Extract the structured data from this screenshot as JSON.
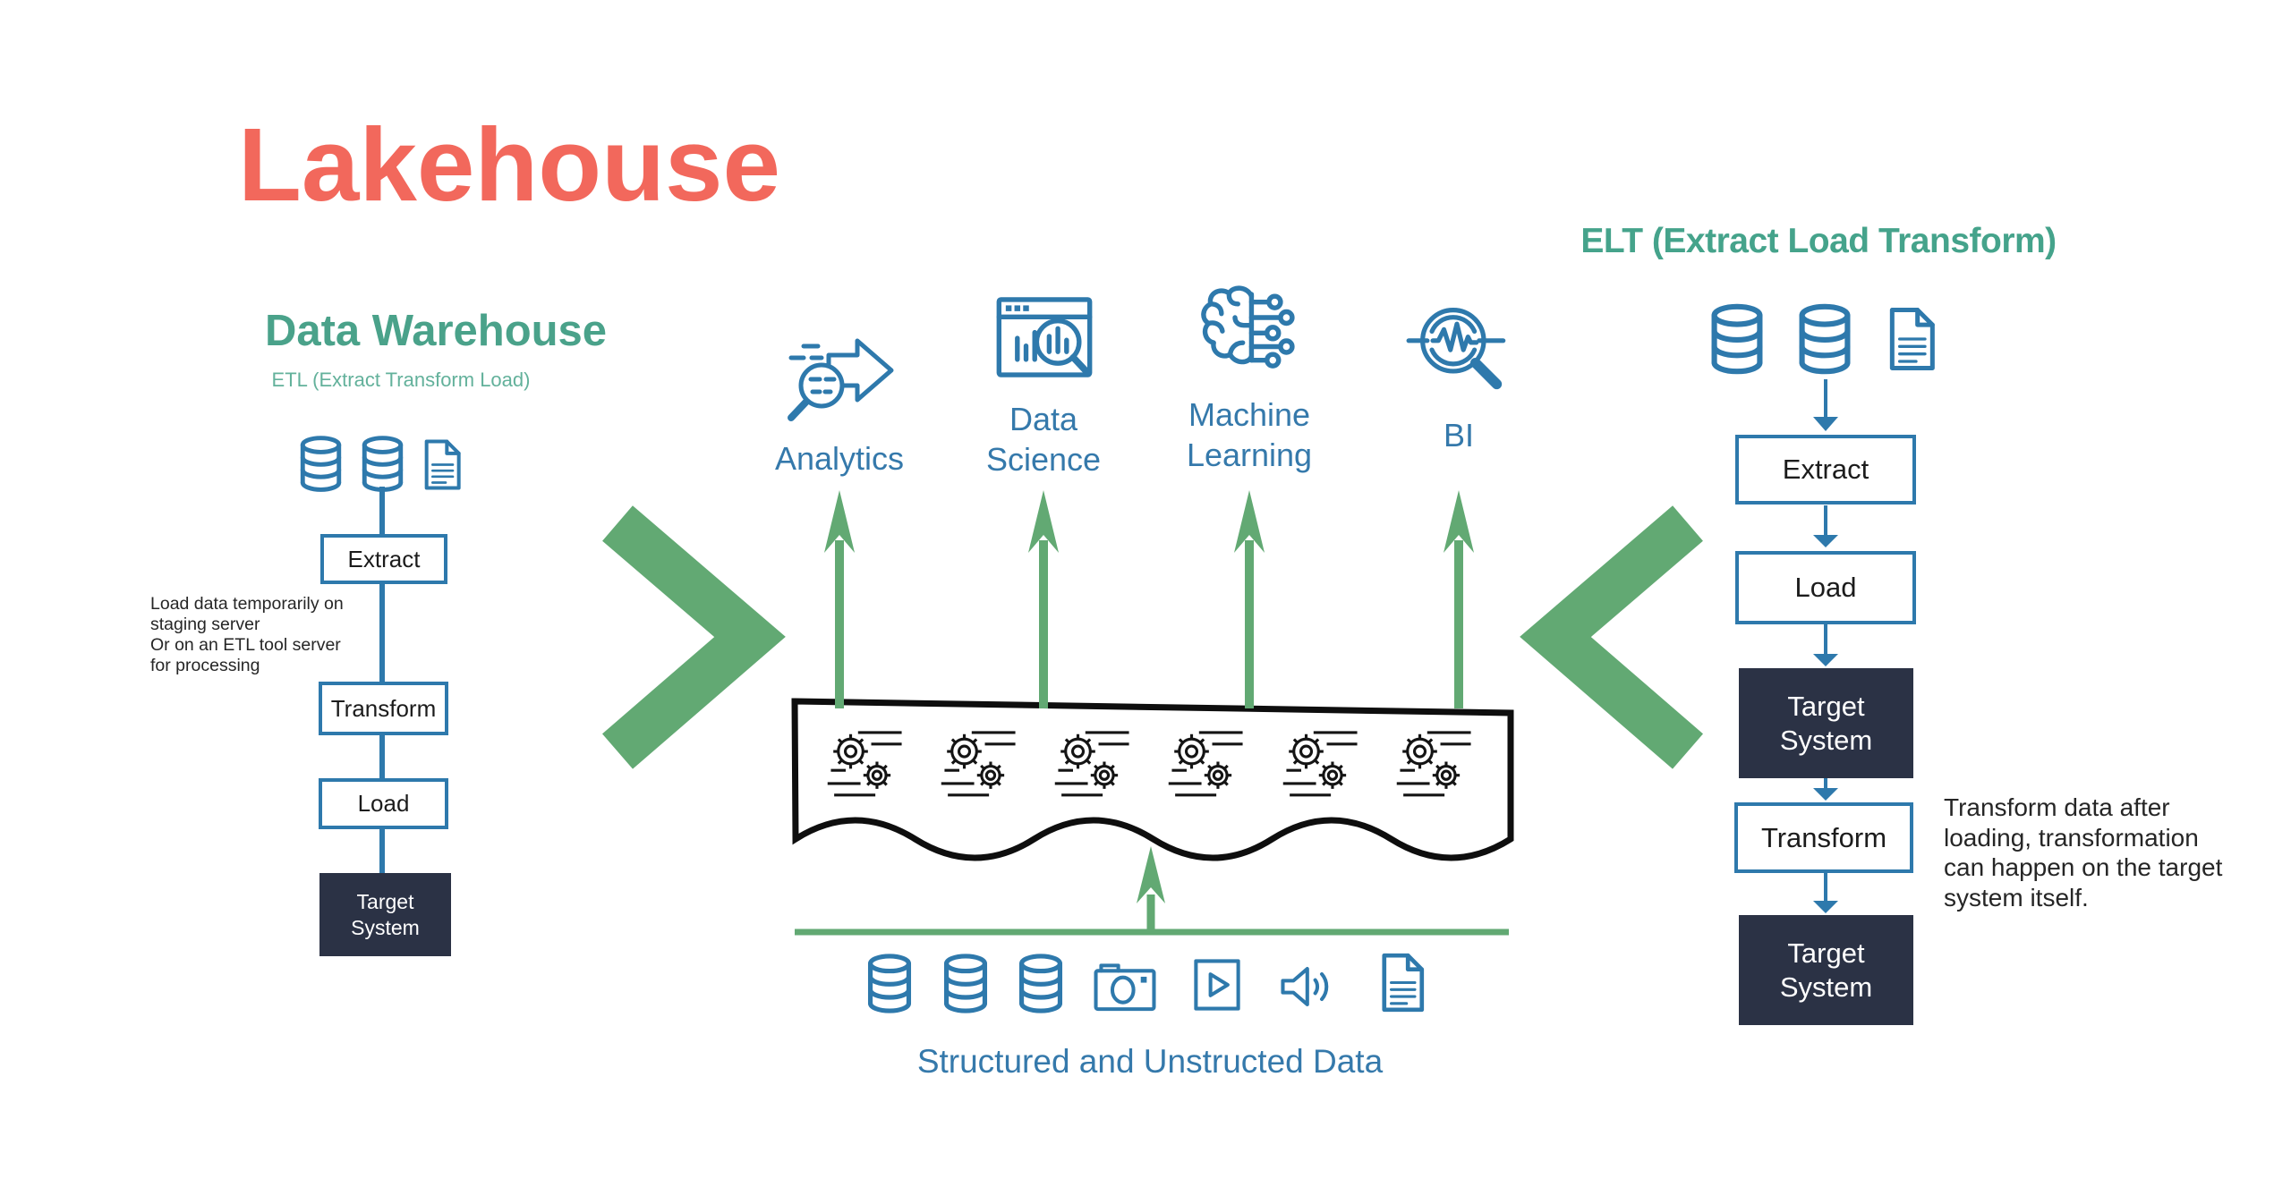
{
  "title": "Lakehouse",
  "palette": {
    "coral": "#F2685C",
    "teal": "#4AA28A",
    "teal_light": "#63B19B",
    "blue": "#2E79AC",
    "blue_text": "#3579AB",
    "green": "#62A973",
    "navy": "#2B3245",
    "ink": "#141414"
  },
  "data_warehouse": {
    "heading": "Data Warehouse",
    "subheading": "ETL (Extract Transform Load)",
    "source_icons": [
      "database-icon",
      "database-icon",
      "document-icon"
    ],
    "steps": [
      "Extract",
      "Transform",
      "Load"
    ],
    "target": "Target System",
    "note": "Load data temporarily on\nstaging server\nOr on an ETL tool server\nfor processing"
  },
  "lakehouse_center": {
    "consumers": [
      {
        "label": "Analytics",
        "icon": "analytics-icon"
      },
      {
        "label": "Data\nScience",
        "icon": "data-science-icon"
      },
      {
        "label": "Machine\nLearning",
        "icon": "machine-learning-icon"
      },
      {
        "label": "BI",
        "icon": "bi-icon"
      }
    ],
    "processing_icon": "gears-icon",
    "processing_icons_count": 6,
    "source_icons": [
      "database-icon",
      "database-icon",
      "database-icon",
      "camera-icon",
      "video-play-icon",
      "audio-icon",
      "document-icon"
    ],
    "source_label": "Structured and Unstructed Data"
  },
  "elt": {
    "heading": "ELT (Extract Load Transform)",
    "source_icons": [
      "database-icon",
      "database-icon",
      "document-icon"
    ],
    "steps": [
      "Extract",
      "Load",
      "Target System",
      "Transform",
      "Target System"
    ],
    "note": "Transform data after\nloading, transformation\ncan happen on the target\nsystem itself."
  }
}
